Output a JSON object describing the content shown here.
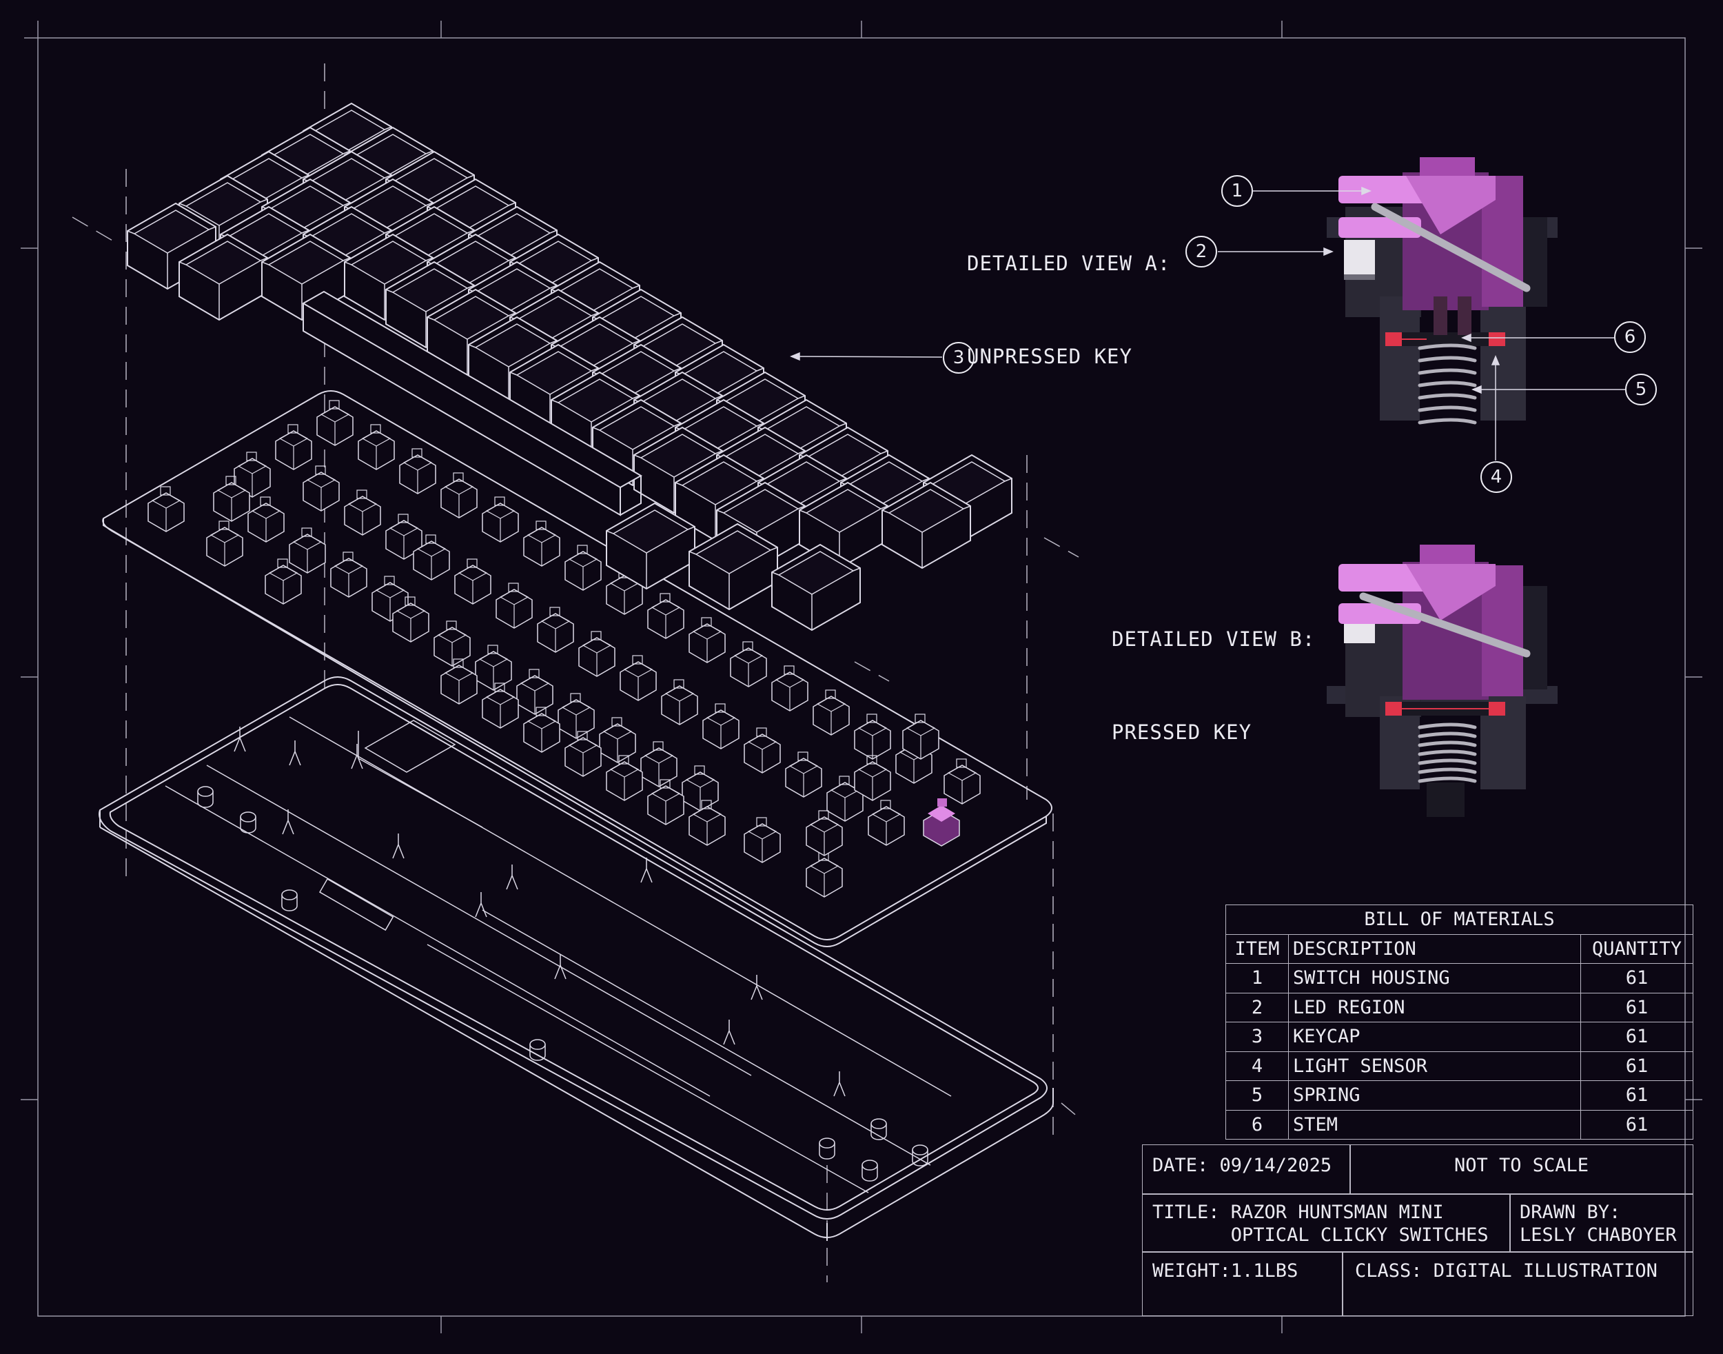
{
  "colors": {
    "background": "#0c0714",
    "line": "#dcd9e6",
    "accent_pink": "#e08be6",
    "accent_purple": "#6e2d78",
    "sensor_red": "#e0354a"
  },
  "views": {
    "a_line1": "DETAILED VIEW A:",
    "a_line2": "UNPRESSED KEY",
    "b_line1": "DETAILED VIEW B:",
    "b_line2": "PRESSED KEY"
  },
  "callouts": [
    "1",
    "2",
    "3",
    "4",
    "5",
    "6"
  ],
  "bom": {
    "title": "BILL OF MATERIALS",
    "headers": [
      "ITEM",
      "DESCRIPTION",
      "QUANTITY"
    ],
    "rows": [
      {
        "item": "1",
        "description": "SWITCH HOUSING",
        "quantity": "61"
      },
      {
        "item": "2",
        "description": "LED REGION",
        "quantity": "61"
      },
      {
        "item": "3",
        "description": "KEYCAP",
        "quantity": "61"
      },
      {
        "item": "4",
        "description": "LIGHT SENSOR",
        "quantity": "61"
      },
      {
        "item": "5",
        "description": "SPRING",
        "quantity": "61"
      },
      {
        "item": "6",
        "description": "STEM",
        "quantity": "61"
      }
    ]
  },
  "title_block": {
    "date": "DATE: 09/14/2025",
    "scale": "NOT TO SCALE",
    "title_line1": "TITLE: RAZOR HUNTSMAN MINI",
    "title_line2": "       OPTICAL CLICKY SWITCHES",
    "drawn_by_line1": "DRAWN BY:",
    "drawn_by_line2": "LESLY CHABOYER",
    "weight": "WEIGHT:1.1LBS",
    "class": "CLASS: DIGITAL ILLUSTRATION"
  }
}
